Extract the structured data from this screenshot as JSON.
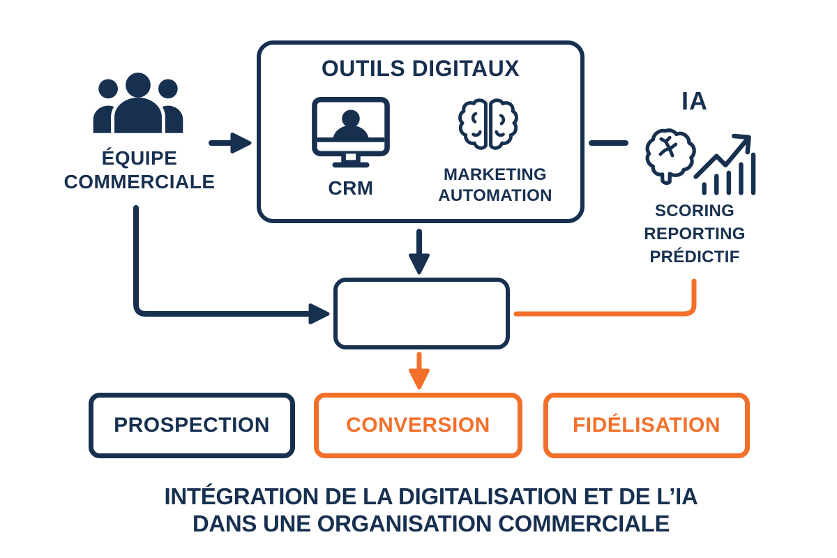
{
  "palette": {
    "navy": "#17304F",
    "orange": "#F3702B",
    "background": "#FFFFFF"
  },
  "team": {
    "label_line1": "ÉQUIPE",
    "label_line2": "COMMERCIALE",
    "icon": "team-people-icon"
  },
  "digital_tools": {
    "title": "OUTILS DIGITAUX",
    "crm": {
      "label": "CRM",
      "icon": "crm-video-monitor-icon"
    },
    "marketing_automation": {
      "label_line1": "MARKETING",
      "label_line2": "AUTOMATION",
      "icon": "brain-icon"
    }
  },
  "ia": {
    "title": "IA",
    "icons": [
      "ai-brain-icon",
      "growth-chart-arrow-icon"
    ],
    "caption_lines": [
      "SCORING",
      "REPORTING",
      "PRÉDICTIF"
    ]
  },
  "hub": {
    "note": ""
  },
  "funnel": {
    "prospection": "PROSPECTION",
    "conversion": "CONVERSION",
    "fidelisation": "FIDÉLISATION"
  },
  "caption": {
    "line1": "INTÉGRATION DE LA DIGITALISATION ET DE L’IA",
    "line2": "DANS UNE ORGANISATION COMMERCIALE"
  }
}
